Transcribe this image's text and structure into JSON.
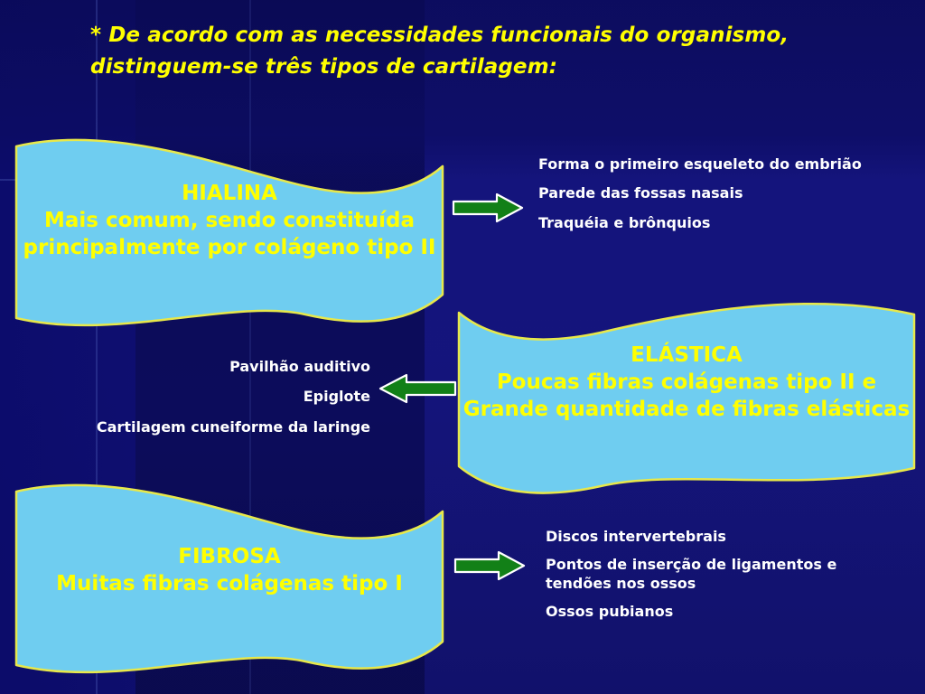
{
  "slide": {
    "title": "* De acordo com as necessidades funcionais do organismo,\ndistinguem-se três tipos de cartilagem:",
    "background_color": "#131371",
    "ribbon_fill": "#6FCDF0",
    "ribbon_outline": "#E8E84A",
    "ribbon_text_color": "#FFFF00",
    "bullet_text_color": "#FFFFFF",
    "arrow_fill": "#128017",
    "arrow_outline": "#FFFFFF",
    "title_color": "#FFFF00"
  },
  "cartilage_types": [
    {
      "id": "hialina",
      "ribbon_text": "HIALINA\nMais comum, sendo constituída\nprincipalmente por colágeno tipo II",
      "name": "HIALINA",
      "description": "Mais comum, sendo constituída principalmente por colágeno tipo II",
      "arrow_direction": "right",
      "examples": [
        "Forma o primeiro esqueleto do embrião",
        "Parede das fossas nasais",
        "Traquéia e brônquios"
      ]
    },
    {
      "id": "elastica",
      "ribbon_text": "ELÁSTICA\nPoucas fibras colágenas tipo II e\nGrande quantidade de fibras elásticas",
      "name": "ELÁSTICA",
      "description": "Poucas fibras colágenas tipo II e Grande quantidade de fibras elásticas",
      "arrow_direction": "left",
      "examples": [
        "Pavilhão auditivo",
        "Epiglote",
        "Cartilagem cuneiforme da laringe"
      ]
    },
    {
      "id": "fibrosa",
      "ribbon_text": "FIBROSA\nMuitas fibras colágenas tipo I",
      "name": "FIBROSA",
      "description": "Muitas fibras colágenas tipo I",
      "arrow_direction": "right",
      "examples": [
        "Discos intervertebrais",
        "Pontos de inserção de ligamentos e tendões nos ossos",
        "Ossos pubianos"
      ]
    }
  ],
  "bullets": {
    "hialina": {
      "line_0": "Forma o primeiro esqueleto do embrião",
      "line_1": "Parede das fossas nasais",
      "line_2": "Traquéia e brônquios"
    },
    "elastica": {
      "line_0": "Pavilhão auditivo",
      "line_1": "Epiglote",
      "line_2": "Cartilagem cuneiforme da laringe"
    },
    "fibrosa": {
      "line_0": "Discos intervertebrais",
      "line_1": "Pontos de inserção de ligamentos e tendões nos ossos",
      "line_2": "Ossos pubianos"
    }
  }
}
